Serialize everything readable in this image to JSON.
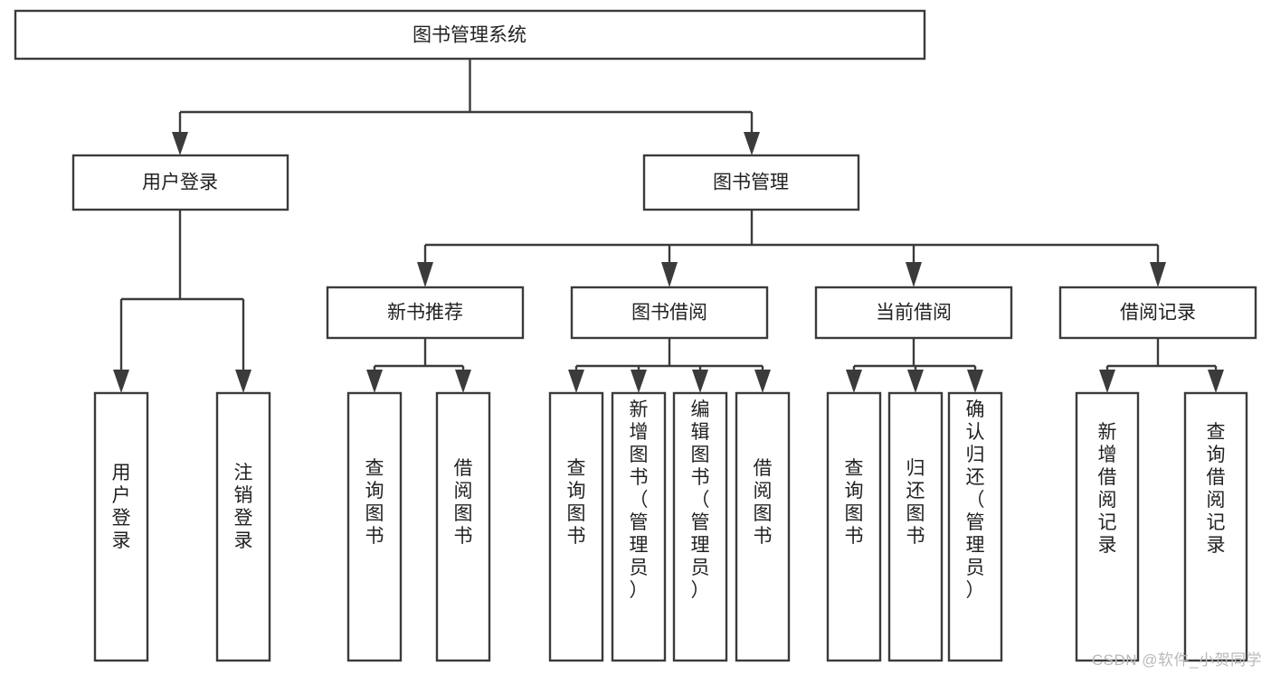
{
  "diagram": {
    "title": "图书管理系统",
    "watermark": "CSDN @软件_小贺同学",
    "nodes": {
      "root": "图书管理系统",
      "user_login": "用户登录",
      "book_manage": "图书管理",
      "new_book_rec": "新书推荐",
      "book_borrow": "图书借阅",
      "current_borrow": "当前借阅",
      "borrow_record": "借阅记录",
      "leaf_user_login": "用户登录",
      "leaf_logout": "注销登录",
      "leaf_query_book_a": "查询图书",
      "leaf_borrow_book_a": "借阅图书",
      "leaf_query_book_b": "查询图书",
      "leaf_add_book": "新增图书（管理员）",
      "leaf_edit_book": "编辑图书（管理员）",
      "leaf_borrow_book_b": "借阅图书",
      "leaf_query_book_c": "查询图书",
      "leaf_return_book": "归还图书",
      "leaf_confirm_return": "确认归还（管理员）",
      "leaf_add_record": "新增借阅记录",
      "leaf_query_record": "查询借阅记录"
    }
  }
}
